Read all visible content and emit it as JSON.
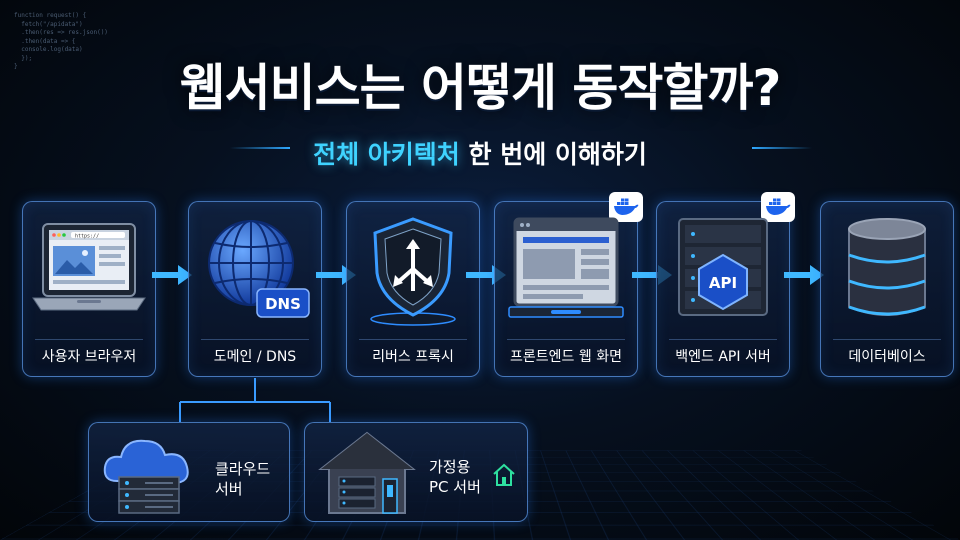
{
  "code_snippet": "function request() {\n  fetch(\"/apidata\")\n  .then(res => res.json())\n  .then(data => {\n  console.log(data)\n  });\n}",
  "title": "웹서비스는 어떻게 동작할까?",
  "subtitle": {
    "highlight": "전체 아키텍처",
    "rest": " 한 번에 이해하기"
  },
  "browser_url": "https://",
  "flow": [
    {
      "label": "사용자 브라우저",
      "icon": "laptop-browser-icon",
      "docker": false
    },
    {
      "label": "도메인 / DNS",
      "icon": "globe-icon",
      "badge": "DNS",
      "docker": false
    },
    {
      "label": "리버스 프록시",
      "icon": "shield-routing-icon",
      "docker": false
    },
    {
      "label": "프론트엔드 웹 화면",
      "icon": "web-page-icon",
      "docker": true
    },
    {
      "label": "백엔드 API 서버",
      "icon": "server-rack-icon",
      "badge": "API",
      "docker": true
    },
    {
      "label": "데이터베이스",
      "icon": "database-icon",
      "docker": false
    }
  ],
  "hosting": [
    {
      "label": "클라우드\n서버",
      "icon": "cloud-server-icon"
    },
    {
      "label": "가정용\nPC 서버",
      "icon": "home-server-icon"
    }
  ],
  "colors": {
    "accent": "#3fd3ff",
    "border": "#5a96e6",
    "background": "#06101f"
  }
}
